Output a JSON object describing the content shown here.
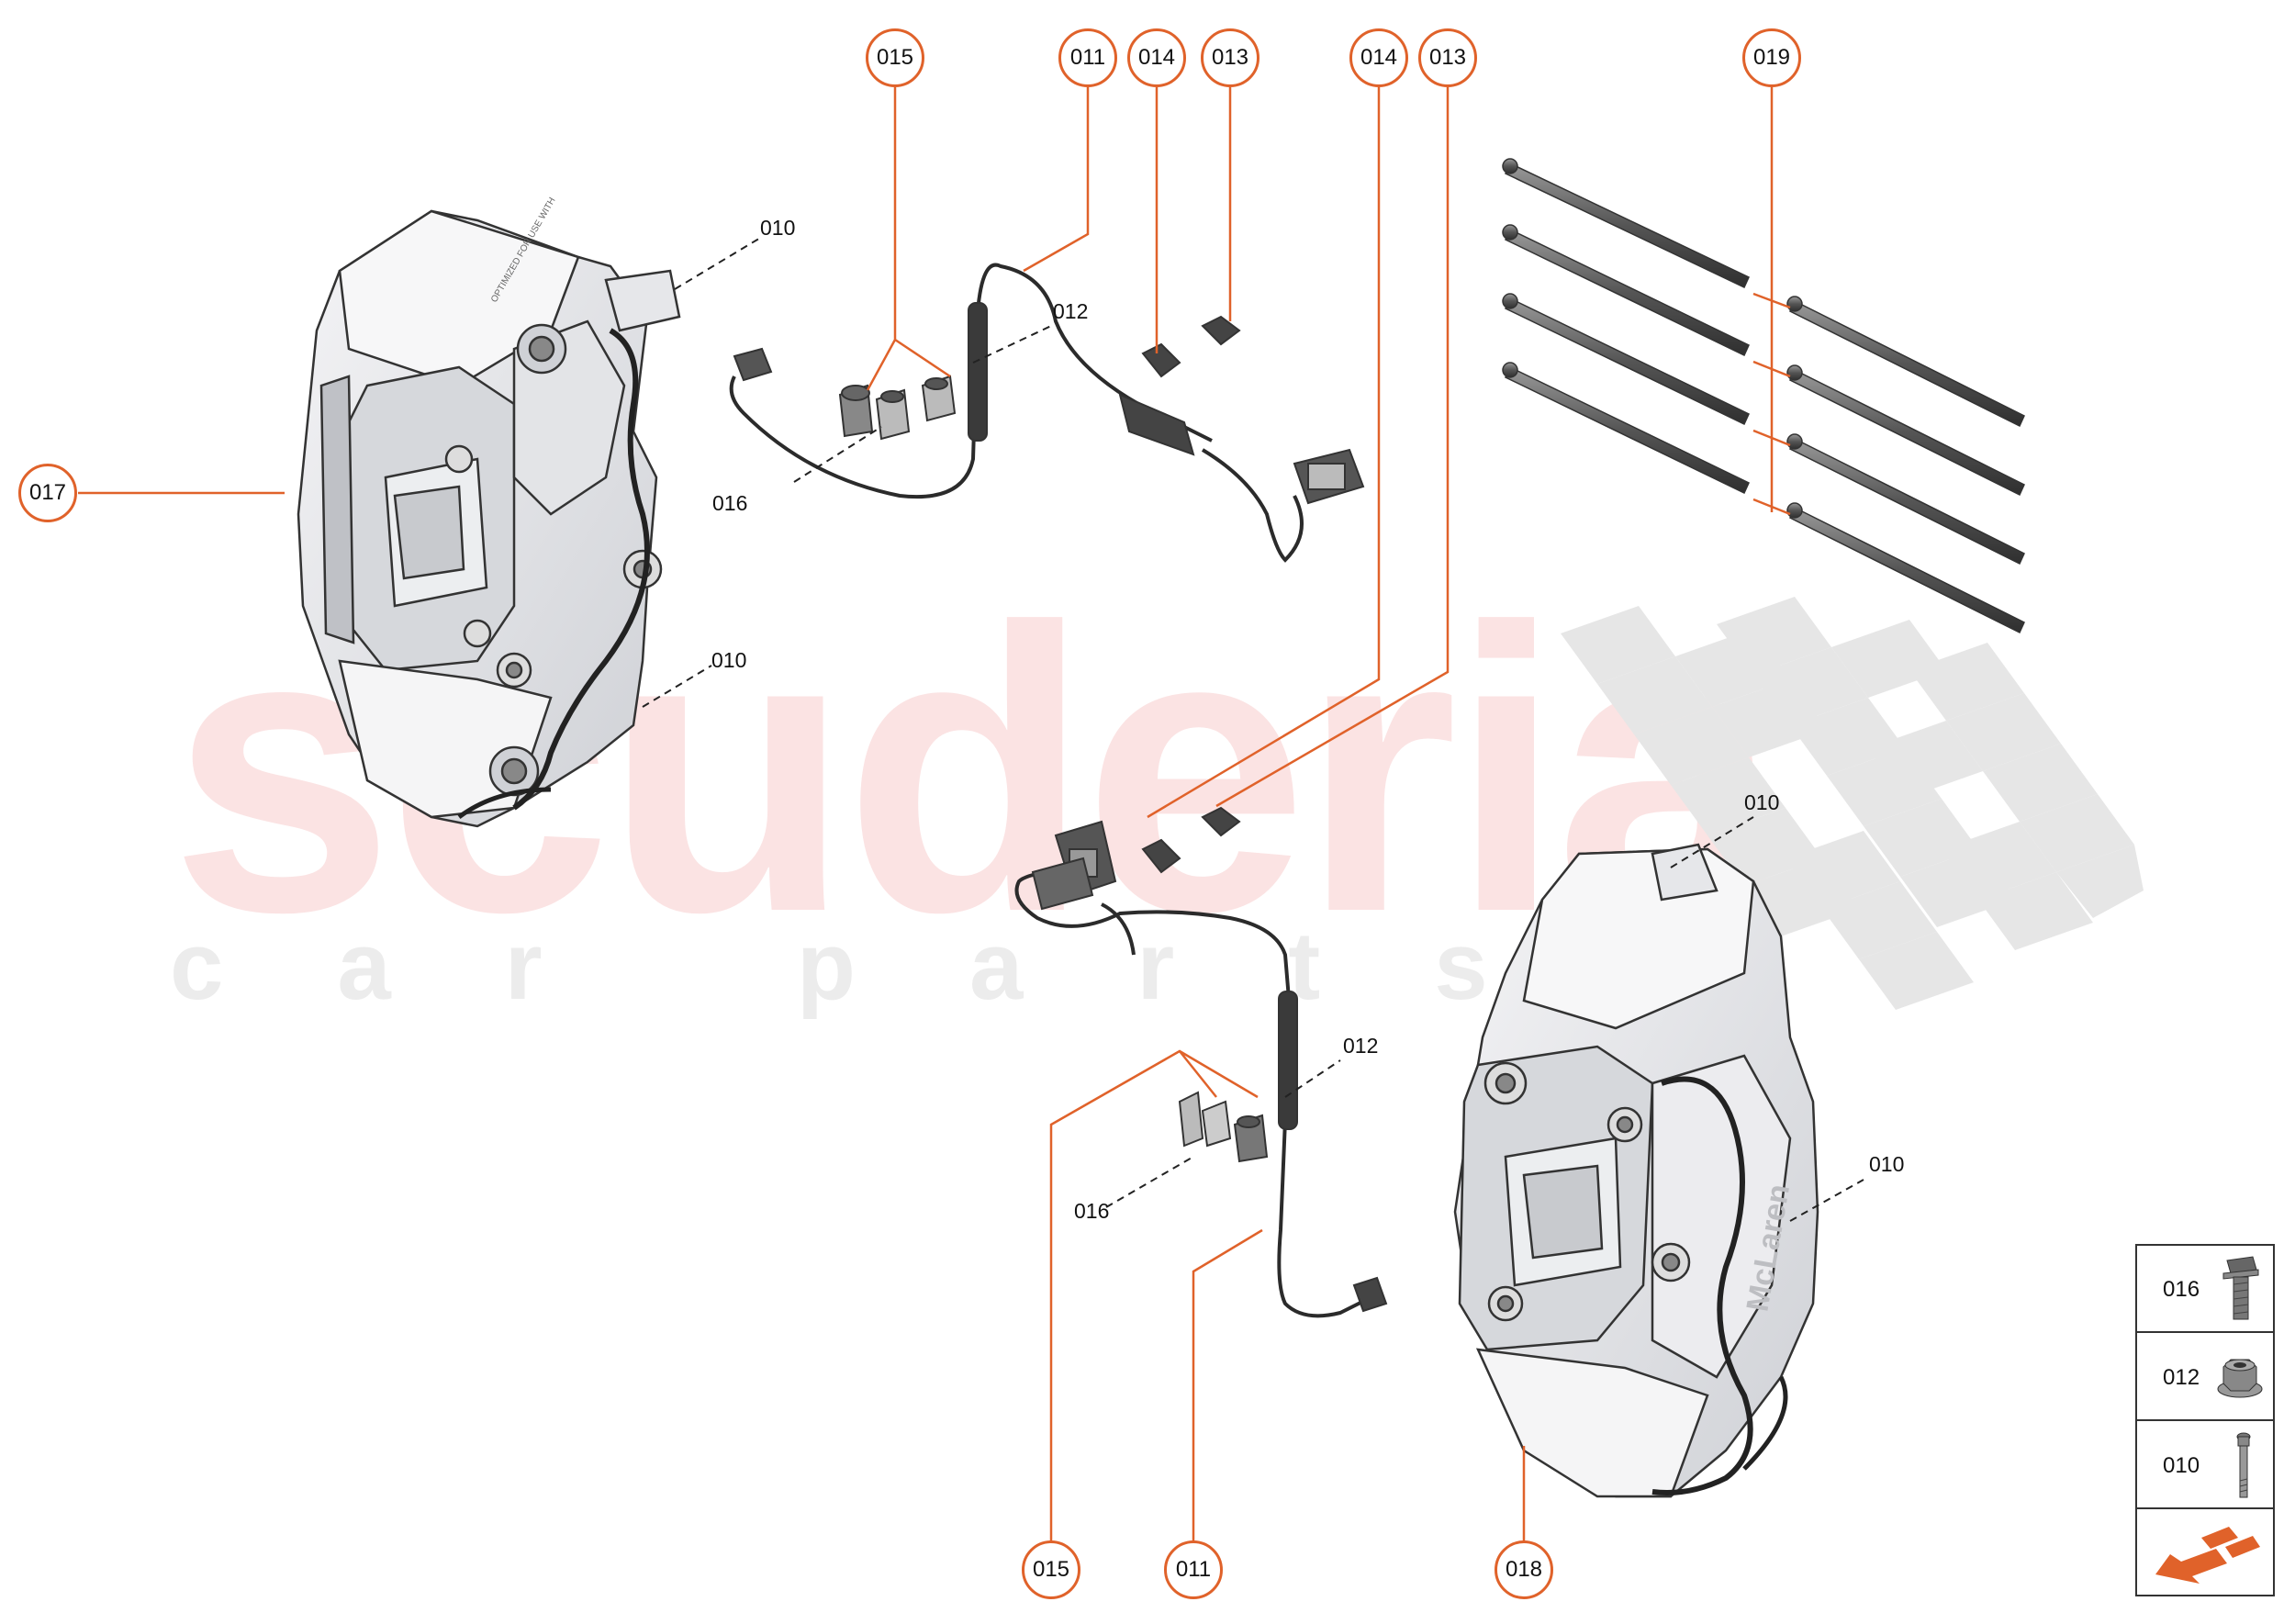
{
  "watermark": {
    "main": "scuderia",
    "sub": "car parts"
  },
  "colors": {
    "accent": "#e0622a",
    "watermark_red": "#fbe3e3",
    "ink": "#111111"
  },
  "callouts": {
    "top_015": "015",
    "top_011": "011",
    "top_014a": "014",
    "top_013a": "013",
    "top_014b": "014",
    "top_013b": "013",
    "top_019": "019",
    "left_017": "017",
    "bottom_015": "015",
    "bottom_011": "011",
    "bottom_018": "018"
  },
  "labels": {
    "ul_010_top": "010",
    "ul_010_bottom": "010",
    "upper_012": "012",
    "upper_016": "016",
    "lower_012": "012",
    "lower_016": "016",
    "lr_010_top": "010",
    "lr_010_right": "010"
  },
  "caliper_text": "McLaren",
  "legend": {
    "rows": [
      {
        "label": "016",
        "icon": "flange-bolt-icon"
      },
      {
        "label": "012",
        "icon": "flange-nut-icon"
      },
      {
        "label": "010",
        "icon": "long-bolt-icon"
      }
    ],
    "nav_icon": "arrow-back-icon"
  }
}
